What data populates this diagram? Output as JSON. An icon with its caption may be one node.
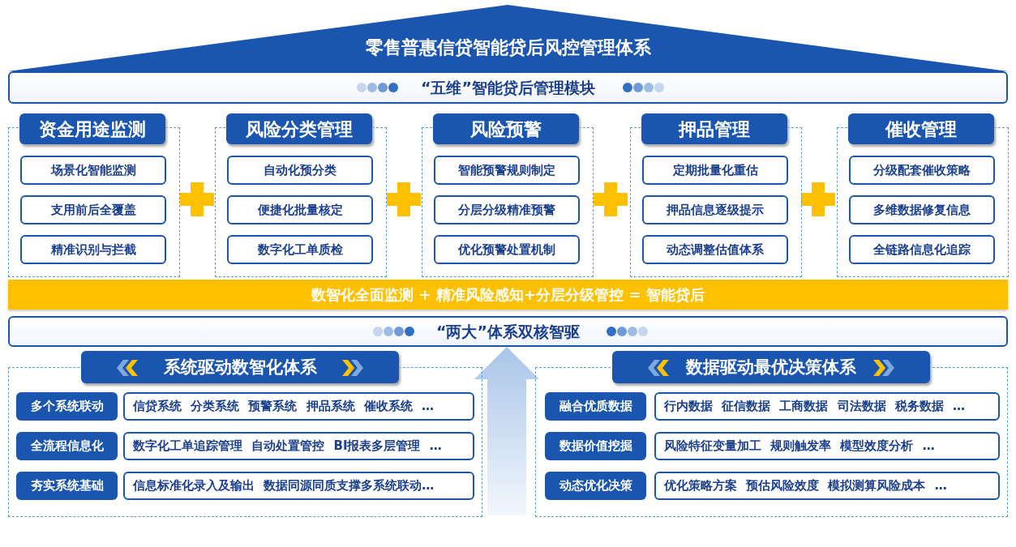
{
  "diagram": {
    "nodes": [
      {
        "text": [
          "零售普惠信贷智能贷后风控管理体系"
        ]
      },
      {
        "text": [
          "“五维”智能贷后管理模块"
        ]
      },
      {
        "text": [
          "资金用途监测"
        ]
      },
      {
        "text": [
          "场景化智能监测"
        ],
        "in": 2
      },
      {
        "text": [
          "支用前后全覆盖"
        ],
        "in": 2
      },
      {
        "text": [
          "精准识别与拦截"
        ],
        "in": 2
      },
      {
        "text": [
          "风险分类管理"
        ]
      },
      {
        "text": [
          "自动化预分类"
        ],
        "in": 6
      },
      {
        "text": [
          "便捷化批量核定"
        ],
        "in": 6
      },
      {
        "text": [
          "数字化工单质检"
        ],
        "in": 6
      },
      {
        "text": [
          "风险预警"
        ]
      },
      {
        "text": [
          "智能预警规则制定"
        ],
        "in": 10
      },
      {
        "text": [
          "分层分级精准预警"
        ],
        "in": 10
      },
      {
        "text": [
          "优化预警处置机制"
        ],
        "in": 10
      },
      {
        "text": [
          "押品管理"
        ]
      },
      {
        "text": [
          "定期批量化重估"
        ],
        "in": 14
      },
      {
        "text": [
          "押品信息逐级提示"
        ],
        "in": 14
      },
      {
        "text": [
          "动态调整估值体系"
        ],
        "in": 14
      },
      {
        "text": [
          "催收管理"
        ]
      },
      {
        "text": [
          "分级配套催收策略"
        ],
        "in": 18
      },
      {
        "text": [
          "多维数据修复信息"
        ],
        "in": 18
      },
      {
        "text": [
          "全链路信息化追踪"
        ],
        "in": 18
      },
      {
        "text": [
          "数智化全面监测 + 精准风险感知+分层分级管控 = 智能贷后"
        ]
      },
      {
        "text": [
          "“两大”体系双核智驱"
        ]
      },
      {
        "text": [
          "系统驱动数智化体系"
        ]
      },
      {
        "text": [
          "多个系统联动"
        ],
        "in": 24
      },
      {
        "text": [
          "信贷系统 分类系统 预警系统 押品系统 催收系统 …"
        ],
        "in": 24
      },
      {
        "text": [
          "全流程信息化"
        ],
        "in": 24
      },
      {
        "text": [
          "数字化工单追踪管理 自动处置管控 BI报表多层管理 …"
        ],
        "in": 24
      },
      {
        "text": [
          "夯实系统基础"
        ],
        "in": 24
      },
      {
        "text": [
          "信息标准化录入及输出 数据同源同质支撑多系统联动…"
        ],
        "in": 24
      },
      {
        "text": [
          "数据驱动最优决策体系"
        ]
      },
      {
        "text": [
          "融合优质数据"
        ],
        "in": 31
      },
      {
        "text": [
          "行内数据 征信数据 工商数据 司法数据 税务数据 …"
        ],
        "in": 31
      },
      {
        "text": [
          "数据价值挖掘"
        ],
        "in": 31
      },
      {
        "text": [
          "风险特征变量加工 规则触发率 模型效度分析 …"
        ],
        "in": 31
      },
      {
        "text": [
          "动态优化决策"
        ],
        "in": 31
      },
      {
        "text": [
          "优化策略方案 预估风险效度 模拟测算风险成本 …"
        ],
        "in": 31
      }
    ],
    "edges": [
      {
        "from": null,
        "to": 23,
        "arrow": "to"
      }
    ]
  }
}
